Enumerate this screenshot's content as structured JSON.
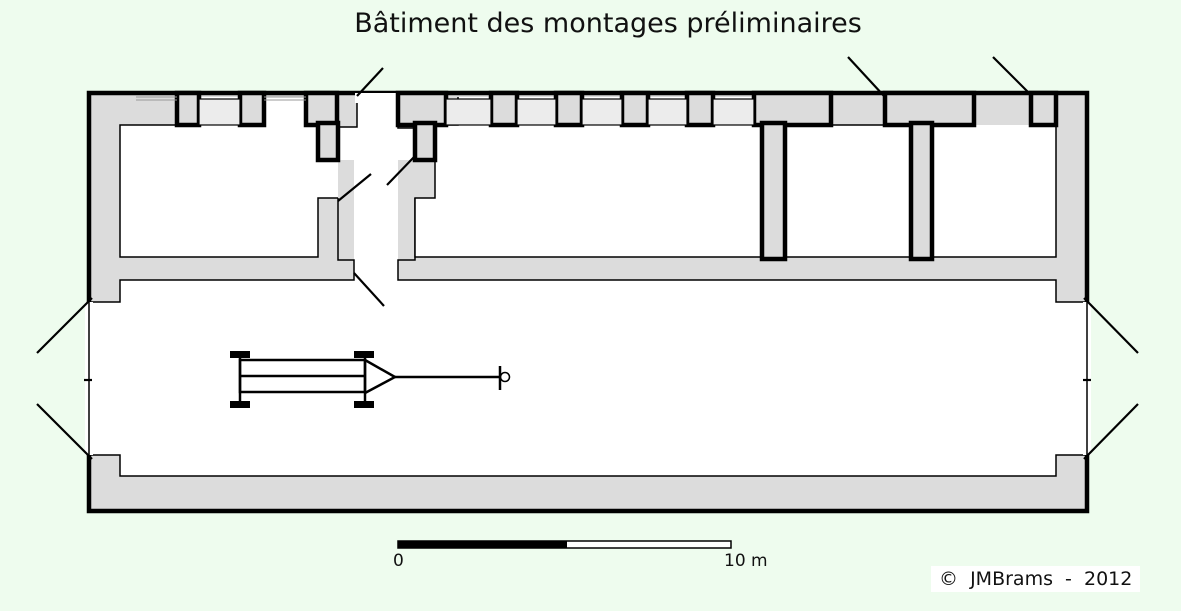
{
  "title": "Bâtiment des montages préliminaires",
  "scale": {
    "start": "0",
    "end": "10 m"
  },
  "copyright": "©  JMBrams  -  2012",
  "colors": {
    "background": "#eefcee",
    "wall": "#dcdcdc",
    "floor": "#ffffff",
    "ink": "#000000"
  }
}
